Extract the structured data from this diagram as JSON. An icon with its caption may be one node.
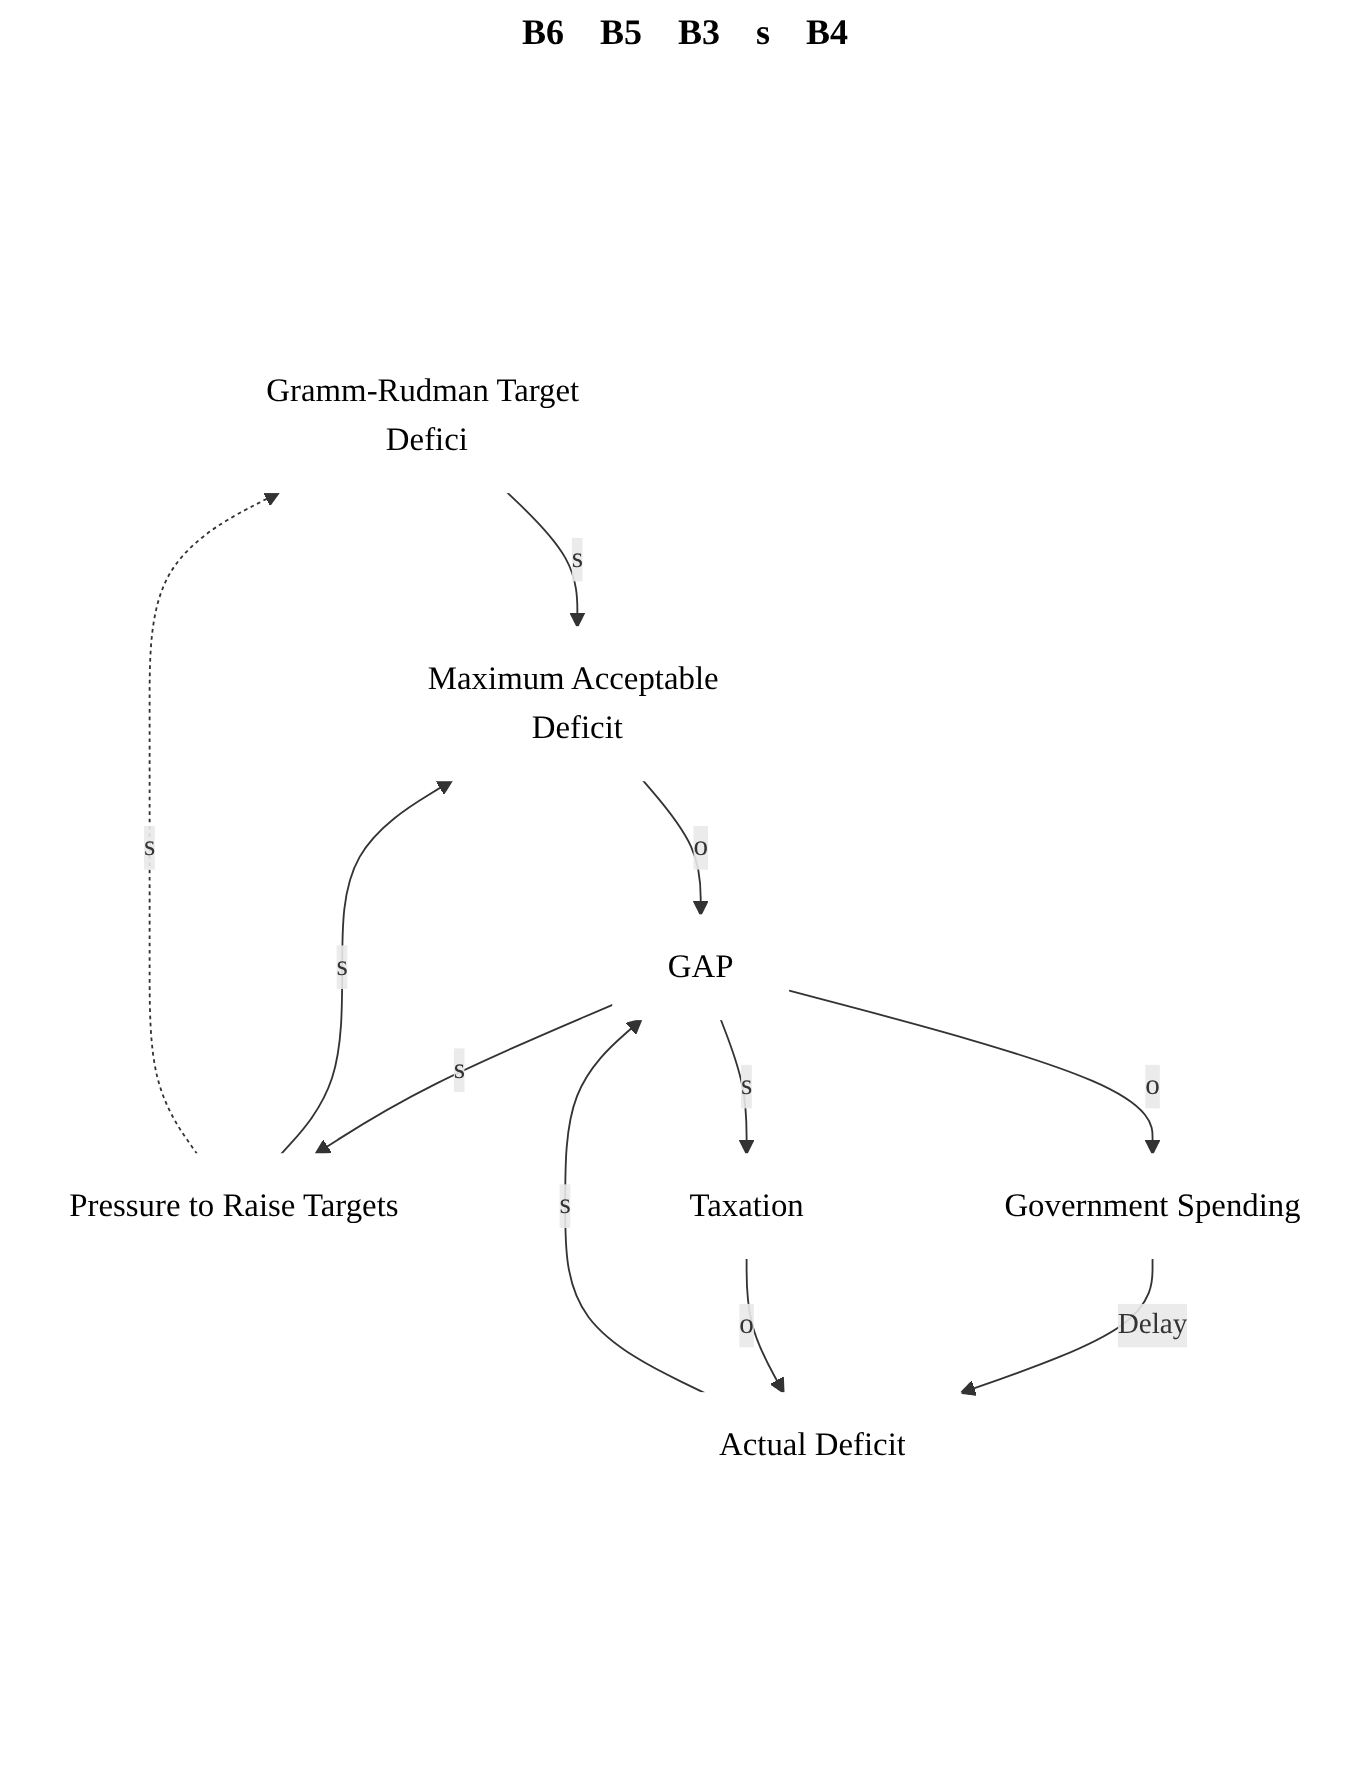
{
  "diagram": {
    "nodes": [
      {
        "text": [
          "Gramm-Rudman Target Defici"
        ]
      },
      {
        "text": [
          "Maximum Acceptable Deficit"
        ]
      },
      {
        "text": [
          "Pressure to Raise Targets"
        ]
      },
      {
        "text": [
          "GAP"
        ]
      },
      {
        "text": [
          "Actual Deficit"
        ]
      },
      {
        "text": [
          "Government Spending"
        ]
      },
      {
        "text": [
          "Taxation"
        ]
      }
    ],
    "edges": [
      {
        "from": 0,
        "to": 1,
        "arrow": "to",
        "label": "s"
      },
      {
        "from": 2,
        "to": 1,
        "arrow": "to",
        "label": "s"
      },
      {
        "from": 1,
        "to": 3,
        "arrow": "to",
        "label": "o"
      },
      {
        "from": 3,
        "to": 2,
        "arrow": "to",
        "label": "s"
      },
      {
        "from": 2,
        "to": 0,
        "arrow": "to",
        "label": "s",
        "style": "dashed"
      },
      {
        "from": 4,
        "to": 3,
        "arrow": "to",
        "label": "s"
      },
      {
        "from": 3,
        "to": 5,
        "arrow": "to",
        "label": "o"
      },
      {
        "from": 3,
        "to": 6,
        "arrow": "to",
        "label": "s"
      },
      {
        "from": 5,
        "to": 4,
        "arrow": "to",
        "label": "Delay"
      },
      {
        "from": 6,
        "to": 4,
        "arrow": "to",
        "label": "o"
      }
    ],
    "labels": [
      "B6",
      "B5",
      "B3",
      "s",
      "B4"
    ]
  }
}
